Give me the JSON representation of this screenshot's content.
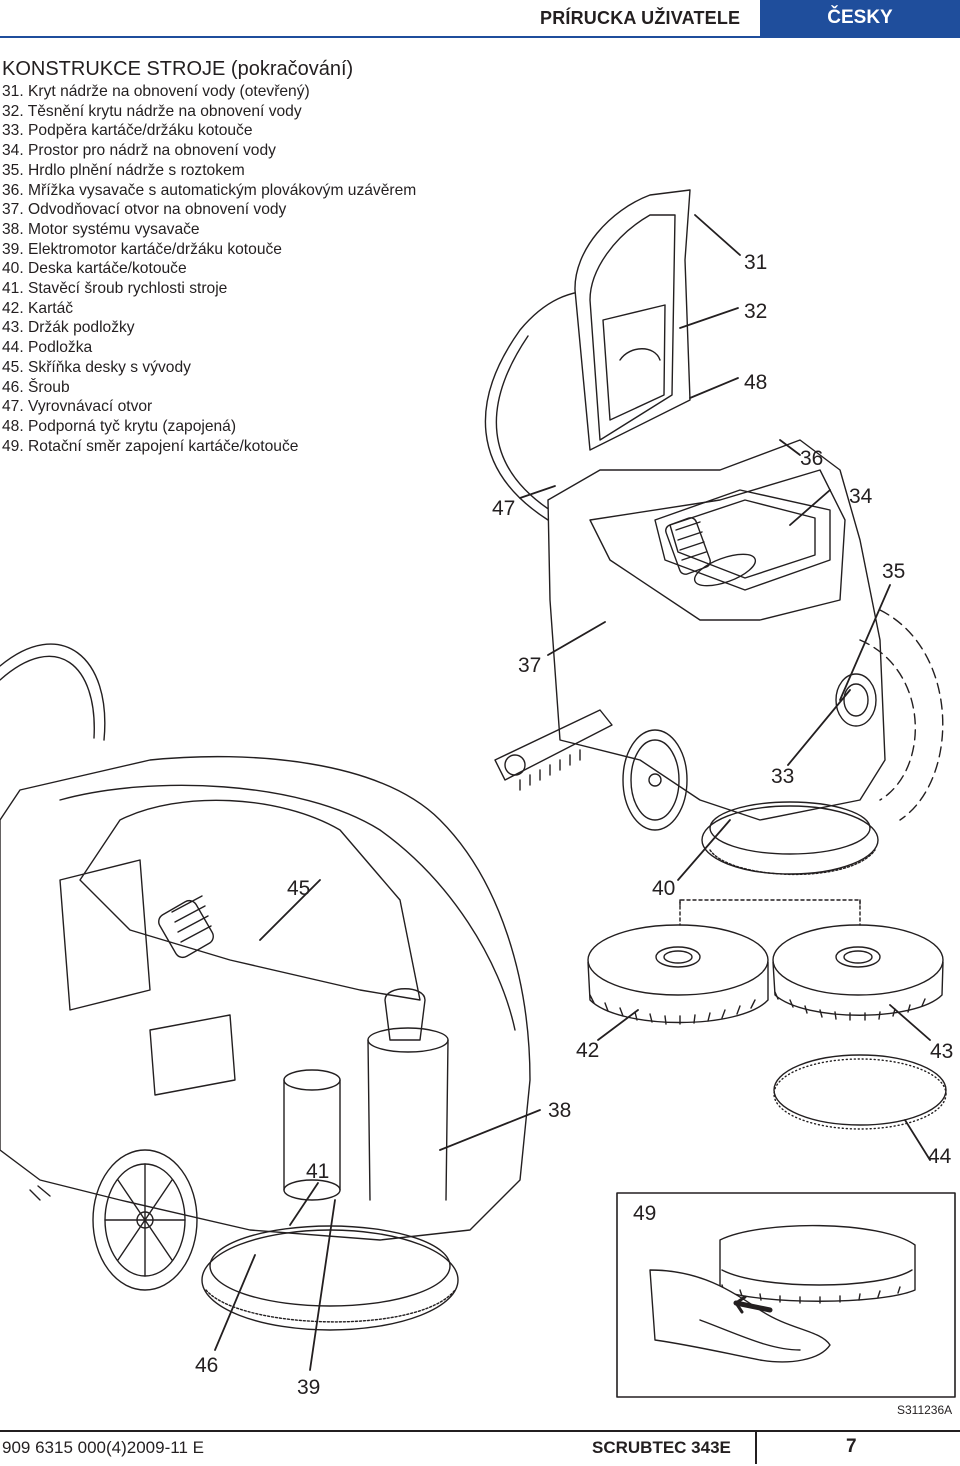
{
  "header": {
    "manual_title": "PRÍRUCKA UŽIVATELE",
    "language": "ČESKY"
  },
  "section": {
    "title": "KONSTRUKCE STROJE (pokračování)",
    "parts": [
      "31.  Kryt nádrže na obnovení vody (otevřený)",
      "32.  Těsnění krytu nádrže na obnovení vody",
      "33.  Podpěra kartáče/držáku kotouče",
      "34.  Prostor pro nádrž na obnovení vody",
      "35.  Hrdlo plnění nádrže s roztokem",
      "36.  Mřížka vysavače s automatickým plovákovým uzávěrem",
      "37.  Odvodňovací otvor na obnovení vody",
      "38.  Motor systému vysavače",
      "39.  Elektromotor kartáče/držáku kotouče",
      "40.  Deska kartáče/kotouče",
      "41.  Stavěcí šroub rychlosti stroje",
      "42.  Kartáč",
      "43.  Držák podložky",
      "44.  Podložka",
      "45.  Skříňka desky s vývody",
      "46.  Šroub",
      "47.  Vyrovnávací otvor",
      "48.  Podporná tyč krytu (zapojená)",
      "49.  Rotační směr zapojení kartáče/kotouče"
    ]
  },
  "callouts": {
    "c31": "31",
    "c32": "32",
    "c48": "48",
    "c36": "36",
    "c34": "34",
    "c47": "47",
    "c35": "35",
    "c37": "37",
    "c33": "33",
    "c45": "45",
    "c40": "40",
    "c42": "42",
    "c43": "43",
    "c38": "38",
    "c44": "44",
    "c41": "41",
    "c49": "49",
    "c46": "46",
    "c39": "39"
  },
  "figure_code": "S311236A",
  "footer": {
    "doc_number": "909 6315 000(4)2009-11 E",
    "model": "SCRUBTEC 343E",
    "page": "7"
  }
}
